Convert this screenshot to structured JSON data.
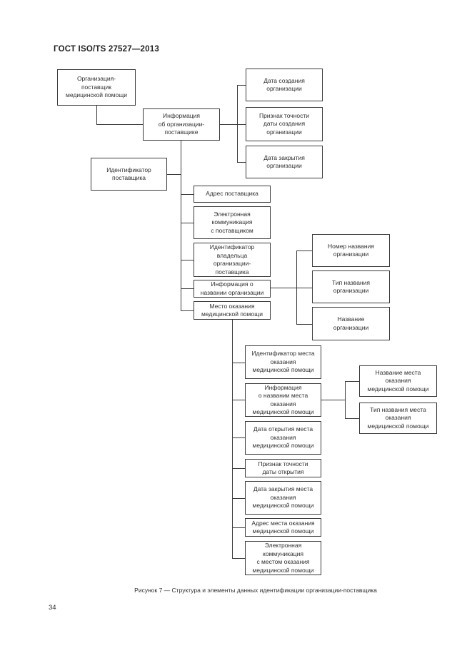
{
  "page": {
    "header": "ГОСТ ISO/TS 27527—2013",
    "figure_caption": "Рисунок 7 — Структура и элементы данных идентификации организации-поставщика",
    "page_number": "34"
  },
  "diagram": {
    "nodes": {
      "org_supplier": "Организация-\nпоставщик\nмедицинской помощи",
      "info_org": "Информация\nоб организации-\nпоставщике",
      "date_created": "Дата создания\nорганизации",
      "accuracy_created": "Признак точности\nдаты создания\nорганизации",
      "date_closed": "Дата закрытия\nорганизации",
      "supplier_id": "Идентификатор\nпоставщика",
      "address_supplier": "Адрес поставщика",
      "ecomm_supplier": "Электронная\nкоммуникация\nс поставщиком",
      "owner_id": "Идентификатор\nвладельца\nорганизации-\nпоставщика",
      "info_name_org": "Информация о\nназвании организации",
      "place_care": "Место оказания\nмедицинской помощи",
      "name_number": "Номер названия\nорганизации",
      "name_type": "Тип названия\nорганизации",
      "name_org": "Название\nорганизации",
      "place_id": "Идентификатор места\nоказания\nмедицинской помощи",
      "info_name_place": "Информация\nо названии места\nоказания\nмедицинской помощи",
      "date_open_place": "Дата открытия места\nоказания\nмедицинской помощи",
      "accuracy_open": "Признак точности\nдаты открытия",
      "date_close_place": "Дата закрытия места\nоказания\nмедицинской помощи",
      "address_place": "Адрес места оказания\nмедицинской помощи",
      "ecomm_place": "Электронная\nкоммуникация\nс местом оказания\nмедицинской помощи",
      "name_place": "Название места\nоказания\nмедицинской помощи",
      "name_type_place": "Тип названия места\nоказания\nмедицинской помощи"
    }
  }
}
